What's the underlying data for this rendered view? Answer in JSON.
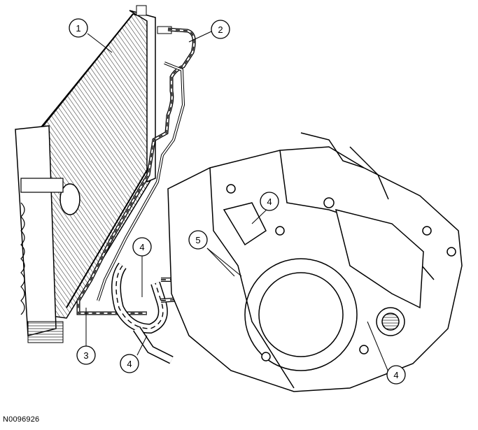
{
  "figure": {
    "id": "N0096926"
  },
  "callouts": [
    {
      "number": "1",
      "target": "radiator"
    },
    {
      "number": "2",
      "target": "upper cooler line"
    },
    {
      "number": "3",
      "target": "lower cooler line"
    },
    {
      "number": "4",
      "target": "hose clamp left"
    },
    {
      "number": "4",
      "target": "hose clamp upper"
    },
    {
      "number": "4",
      "target": "hose clamp lower"
    },
    {
      "number": "4",
      "target": "hose clamp right"
    },
    {
      "number": "5",
      "target": "transaxle fittings"
    }
  ]
}
